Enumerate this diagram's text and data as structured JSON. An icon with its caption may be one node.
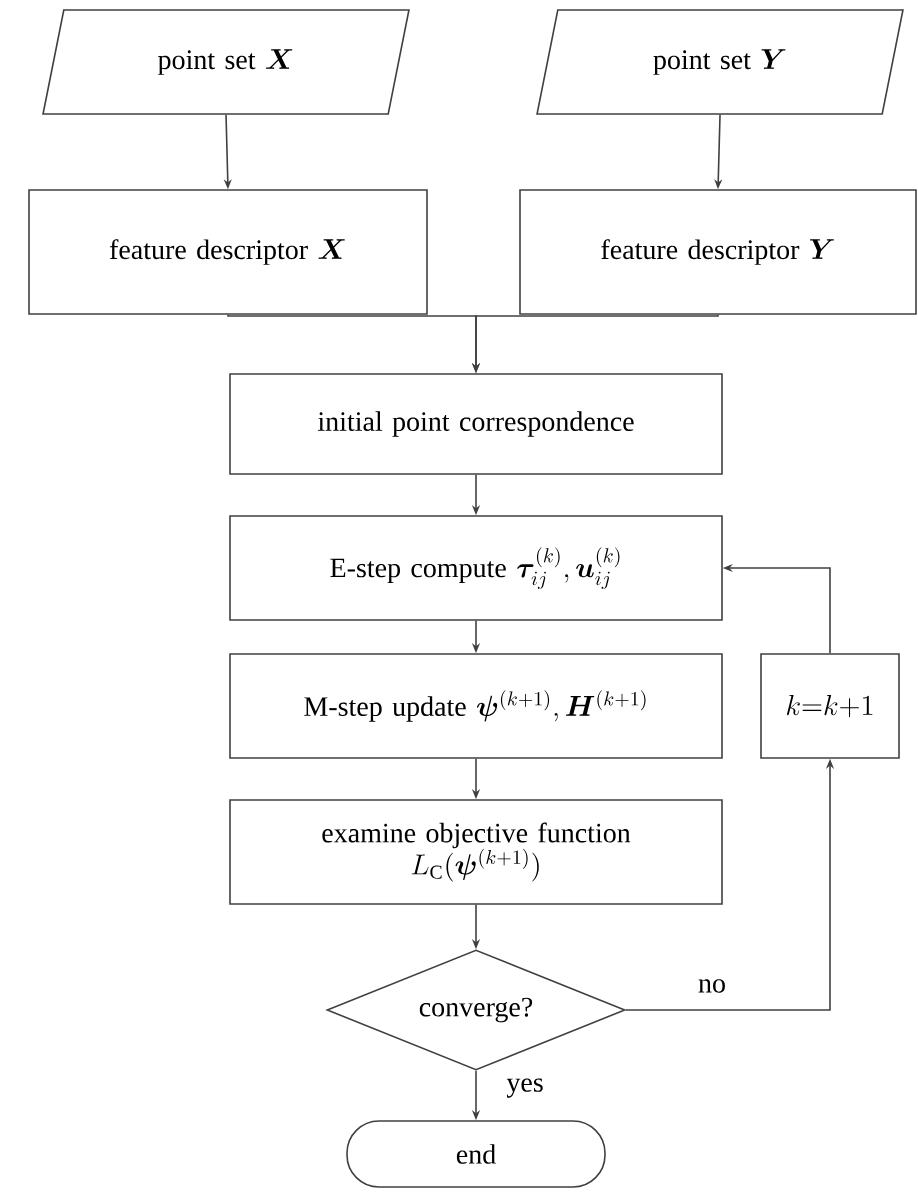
{
  "diagram": {
    "nodes": [
      {
        "text": [
          "point set",
          "\\boldsymbol{X}"
        ]
      },
      {
        "text": [
          "point set",
          "\\boldsymbol{Y}"
        ]
      },
      {
        "text": [
          "feature descriptor",
          "\\boldsymbol{X}"
        ]
      },
      {
        "text": [
          "feature descriptor",
          "\\boldsymbol{Y}"
        ]
      },
      {
        "text": [
          "initial point correspondence"
        ]
      },
      {
        "text": [
          "E-step compute",
          "\\boldsymbol{\\tau}_{ij}^{(k)}, \\boldsymbol{u}_{ij}^{(k)}"
        ]
      },
      {
        "text": [
          "M-step update",
          "\\boldsymbol{\\psi}^{(k+1)}, \\boldsymbol{H}^{(k+1)}"
        ]
      },
      {
        "text": [
          "examine objective function",
          "L_{\\mathrm{C}}(\\boldsymbol{\\psi}^{(k+1)})"
        ]
      },
      {
        "text": [
          "converge?"
        ]
      },
      {
        "text": [
          "k{=}k{+}1"
        ]
      },
      {
        "text": [
          "end"
        ]
      }
    ],
    "edges": [
      {
        "from": 0,
        "to": 2,
        "arrow": "to"
      },
      {
        "from": 1,
        "to": 3,
        "arrow": "to"
      },
      {
        "from": 2,
        "to": 4,
        "arrow": "to"
      },
      {
        "from": 3,
        "to": 4,
        "arrow": "to"
      },
      {
        "from": 4,
        "to": 5,
        "arrow": "to"
      },
      {
        "from": 5,
        "to": 6,
        "arrow": "to"
      },
      {
        "from": 6,
        "to": 7,
        "arrow": "to"
      },
      {
        "from": 7,
        "to": 8,
        "arrow": "to"
      },
      {
        "from": 8,
        "to": 10,
        "label": "yes",
        "arrow": "to"
      },
      {
        "from": 8,
        "to": 9,
        "label": "no",
        "arrow": "to"
      },
      {
        "from": 9,
        "to": 5,
        "arrow": "to"
      }
    ]
  }
}
